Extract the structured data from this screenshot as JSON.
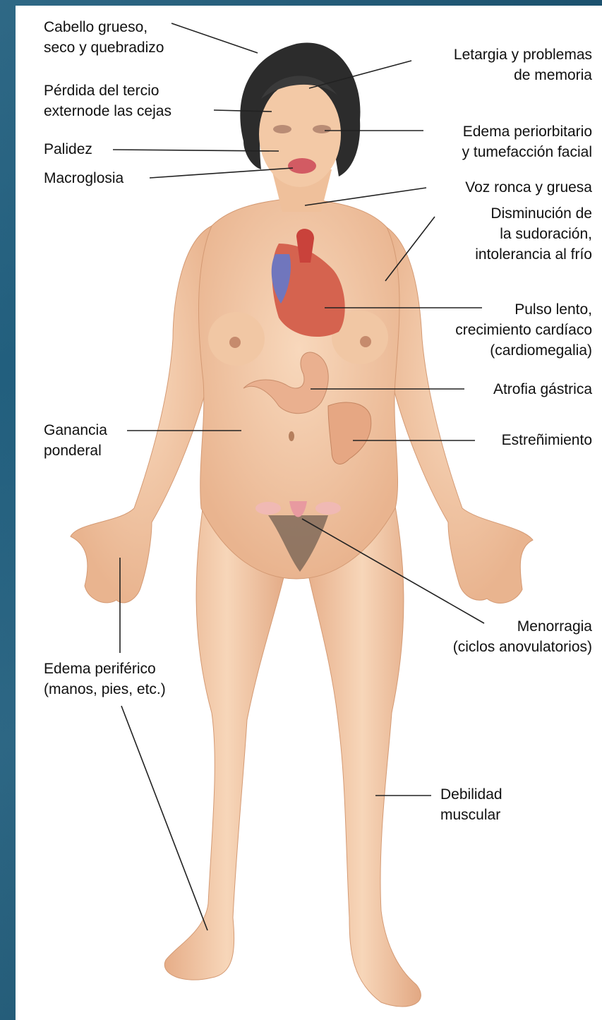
{
  "labels": {
    "cabello": "Cabello grueso,\nseco y quebradizo",
    "cejas": "Pérdida del tercio\nexternode las cejas",
    "palidez": "Palidez",
    "macroglosia": "Macroglosia",
    "letargia": "Letargia y problemas\nde memoria",
    "edema_periorbitario": "Edema periorbitario\ny tumefacción facial",
    "voz": "Voz ronca y gruesa",
    "sudoracion": "Disminución de\nla sudoración,\nintolerancia al frío",
    "pulso": "Pulso lento,\ncrecimiento cardíaco\n(cardiomegalia)",
    "atrofia": "Atrofia gástrica",
    "ganancia": "Ganancia\nponderal",
    "estrenimiento": "Estreñimiento",
    "menorragia": "Menorragia\n(ciclos anovulatorios)",
    "edema_periferico": "Edema periférico\n(manos, pies, etc.)",
    "debilidad": "Debilidad\nmuscular"
  },
  "colors": {
    "background": "#1d5d7c",
    "panel": "#ffffff",
    "skin": "#f3c9a6",
    "skin_shadow": "#e2a883",
    "hair": "#2a2a2a",
    "heart_red": "#c9423b",
    "heart_blue": "#6f72b8",
    "leader_line": "#222222"
  }
}
